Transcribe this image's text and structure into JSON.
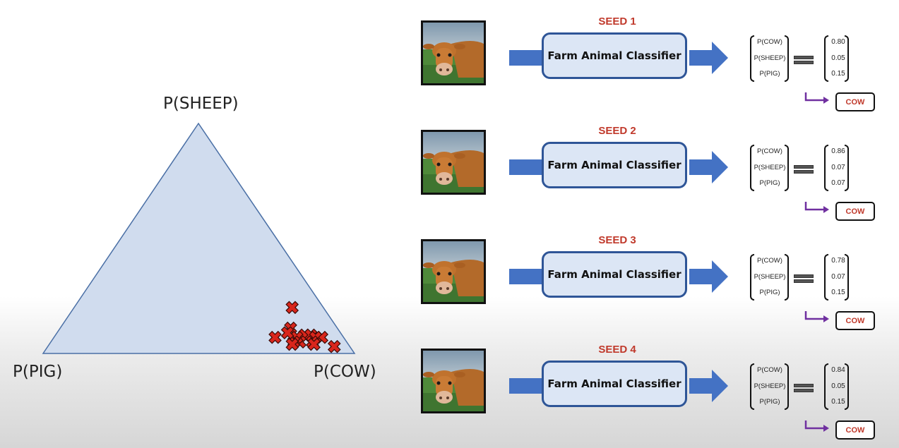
{
  "simplex": {
    "top_label": "P(SHEEP)",
    "left_label": "P(PIG)",
    "right_label": "P(COW)",
    "fill_color": "#d0dcee",
    "edge_color": "#4a6fa5",
    "marker_color": "#d9261c",
    "points": [
      {
        "cow": 0.7,
        "sheep": 0.2,
        "pig": 0.1
      },
      {
        "cow": 0.74,
        "sheep": 0.11,
        "pig": 0.15
      },
      {
        "cow": 0.8,
        "sheep": 0.08,
        "pig": 0.12
      },
      {
        "cow": 0.82,
        "sheep": 0.08,
        "pig": 0.1
      },
      {
        "cow": 0.86,
        "sheep": 0.07,
        "pig": 0.07
      },
      {
        "cow": 0.84,
        "sheep": 0.07,
        "pig": 0.09
      },
      {
        "cow": 0.8,
        "sheep": 0.05,
        "pig": 0.15
      },
      {
        "cow": 0.78,
        "sheep": 0.07,
        "pig": 0.15
      },
      {
        "cow": 0.84,
        "sheep": 0.05,
        "pig": 0.11
      },
      {
        "cow": 0.78,
        "sheep": 0.05,
        "pig": 0.17
      },
      {
        "cow": 0.71,
        "sheep": 0.07,
        "pig": 0.22
      },
      {
        "cow": 0.85,
        "sheep": 0.04,
        "pig": 0.11
      },
      {
        "cow": 0.92,
        "sheep": 0.03,
        "pig": 0.05
      },
      {
        "cow": 0.78,
        "sheep": 0.04,
        "pig": 0.18
      },
      {
        "cow": 0.74,
        "sheep": 0.09,
        "pig": 0.17
      }
    ]
  },
  "seeds": [
    {
      "title": "SEED 1",
      "classifier": "Farm Animal Classifier",
      "labels": [
        "P(COW)",
        "P(SHEEP)",
        "P(PIG)"
      ],
      "values": [
        "0.80",
        "0.05",
        "0.15"
      ],
      "result": "COW"
    },
    {
      "title": "SEED 2",
      "classifier": "Farm Animal Classifier",
      "labels": [
        "P(COW)",
        "P(SHEEP)",
        "P(PIG)"
      ],
      "values": [
        "0.86",
        "0.07",
        "0.07"
      ],
      "result": "COW"
    },
    {
      "title": "SEED 3",
      "classifier": "Farm Animal Classifier",
      "labels": [
        "P(COW)",
        "P(SHEEP)",
        "P(PIG)"
      ],
      "values": [
        "0.78",
        "0.07",
        "0.15"
      ],
      "result": "COW"
    },
    {
      "title": "SEED 4",
      "classifier": "Farm Animal Classifier",
      "labels": [
        "P(COW)",
        "P(SHEEP)",
        "P(PIG)"
      ],
      "values": [
        "0.84",
        "0.05",
        "0.15"
      ],
      "result": "COW"
    }
  ],
  "colors": {
    "seed_title": "#c0392b",
    "arrow": "#4472c4",
    "classifier_fill": "#dce6f5",
    "classifier_border": "#2e5597",
    "result_arrow": "#7030a0",
    "result_text": "#c0392b"
  }
}
